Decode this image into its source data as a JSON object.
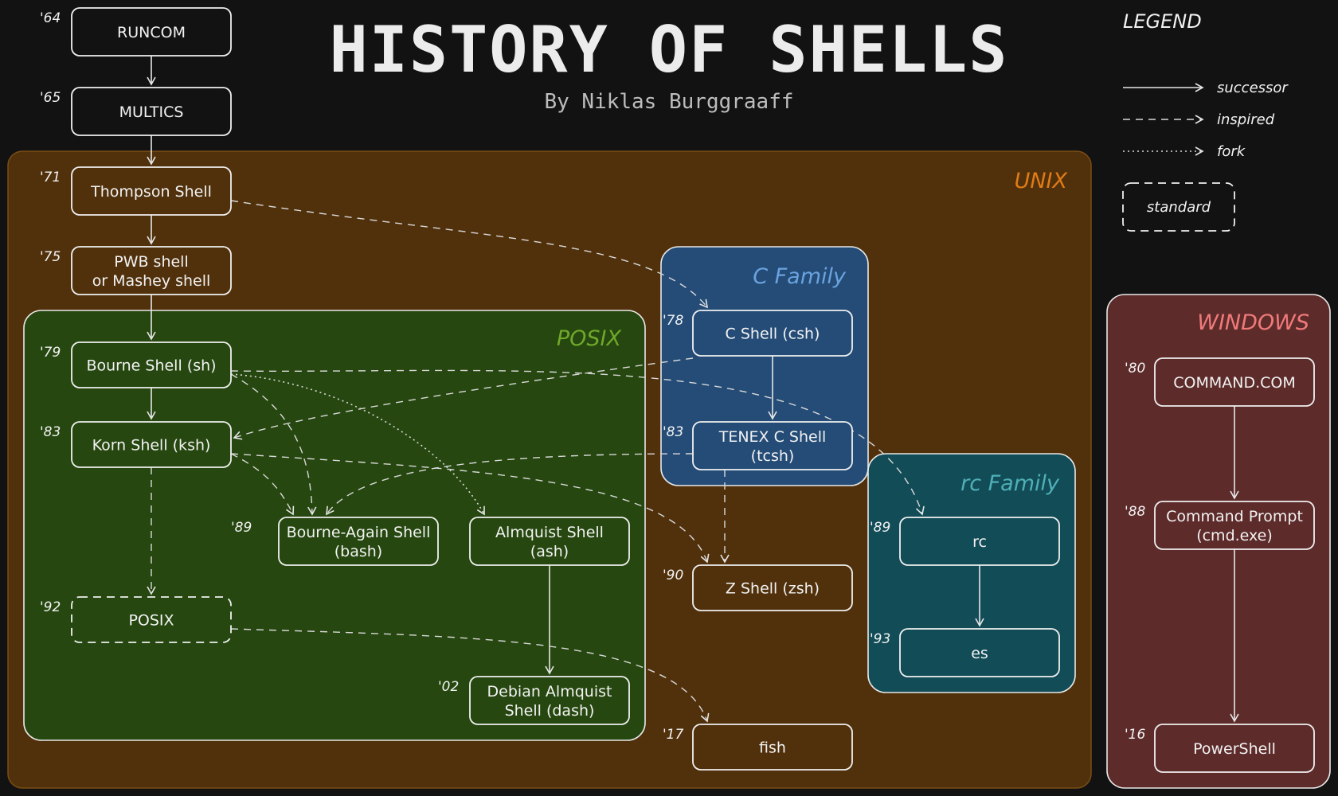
{
  "title": "HISTORY OF SHELLS",
  "subtitle": "By Niklas Burggraaff",
  "legend": {
    "title": "LEGEND",
    "successor": "successor",
    "inspired": "inspired",
    "fork": "fork",
    "standard": "standard"
  },
  "groups": {
    "unix": {
      "label": "UNIX",
      "color": "#e07b16",
      "fill": "#51310c"
    },
    "posix": {
      "label": "POSIX",
      "color": "#6fa82b",
      "fill": "#26470f"
    },
    "c_family": {
      "label": "C Family",
      "color": "#6aa3e0",
      "fill": "#244c77"
    },
    "rc_family": {
      "label": "rc Family",
      "color": "#4fb0b8",
      "fill": "#124c57"
    },
    "windows": {
      "label": "WINDOWS",
      "color": "#f07a7a",
      "fill": "#5e2b2b"
    }
  },
  "nodes": {
    "runcom": {
      "year": "'64",
      "lines": [
        "RUNCOM"
      ]
    },
    "multics": {
      "year": "'65",
      "lines": [
        "MULTICS"
      ]
    },
    "thompson": {
      "year": "'71",
      "lines": [
        "Thompson Shell"
      ]
    },
    "pwb": {
      "year": "'75",
      "lines": [
        "PWB shell",
        "or Mashey shell"
      ]
    },
    "bourne": {
      "year": "'79",
      "lines": [
        "Bourne Shell (sh)"
      ]
    },
    "korn": {
      "year": "'83",
      "lines": [
        "Korn Shell (ksh)"
      ]
    },
    "posix_std": {
      "year": "'92",
      "lines": [
        "POSIX"
      ]
    },
    "bash": {
      "year": "'89",
      "lines": [
        "Bourne-Again Shell",
        "(bash)"
      ]
    },
    "ash": {
      "year": "",
      "lines": [
        "Almquist Shell",
        "(ash)"
      ]
    },
    "dash": {
      "year": "'02",
      "lines": [
        "Debian Almquist",
        "Shell (dash)"
      ]
    },
    "csh": {
      "year": "'78",
      "lines": [
        "C Shell (csh)"
      ]
    },
    "tcsh": {
      "year": "'83",
      "lines": [
        "TENEX C Shell",
        "(tcsh)"
      ]
    },
    "zsh": {
      "year": "'90",
      "lines": [
        "Z Shell (zsh)"
      ]
    },
    "fish": {
      "year": "'17",
      "lines": [
        "fish"
      ]
    },
    "rc": {
      "year": "'89",
      "lines": [
        "rc"
      ]
    },
    "es": {
      "year": "'93",
      "lines": [
        "es"
      ]
    },
    "commandcom": {
      "year": "'80",
      "lines": [
        "COMMAND.COM"
      ]
    },
    "cmd": {
      "year": "'88",
      "lines": [
        "Command Prompt",
        "(cmd.exe)"
      ]
    },
    "powershell": {
      "year": "'16",
      "lines": [
        "PowerShell"
      ]
    }
  },
  "edges": [
    {
      "from": "runcom",
      "to": "multics",
      "kind": "successor"
    },
    {
      "from": "multics",
      "to": "thompson",
      "kind": "successor"
    },
    {
      "from": "thompson",
      "to": "pwb",
      "kind": "successor"
    },
    {
      "from": "pwb",
      "to": "bourne",
      "kind": "successor"
    },
    {
      "from": "bourne",
      "to": "korn",
      "kind": "successor"
    },
    {
      "from": "thompson",
      "to": "csh",
      "kind": "inspired"
    },
    {
      "from": "csh",
      "to": "tcsh",
      "kind": "successor"
    },
    {
      "from": "csh",
      "to": "korn",
      "kind": "inspired"
    },
    {
      "from": "bourne",
      "to": "bash",
      "kind": "inspired"
    },
    {
      "from": "bourne",
      "to": "ash",
      "kind": "fork"
    },
    {
      "from": "bourne",
      "to": "rc",
      "kind": "inspired"
    },
    {
      "from": "korn",
      "to": "bash",
      "kind": "inspired"
    },
    {
      "from": "korn",
      "to": "zsh",
      "kind": "inspired"
    },
    {
      "from": "korn",
      "to": "posix_std",
      "kind": "inspired"
    },
    {
      "from": "tcsh",
      "to": "bash",
      "kind": "inspired"
    },
    {
      "from": "tcsh",
      "to": "zsh",
      "kind": "inspired"
    },
    {
      "from": "ash",
      "to": "dash",
      "kind": "successor"
    },
    {
      "from": "posix_std",
      "to": "fish",
      "kind": "inspired"
    },
    {
      "from": "rc",
      "to": "es",
      "kind": "successor"
    },
    {
      "from": "commandcom",
      "to": "cmd",
      "kind": "successor"
    },
    {
      "from": "cmd",
      "to": "powershell",
      "kind": "successor"
    }
  ]
}
